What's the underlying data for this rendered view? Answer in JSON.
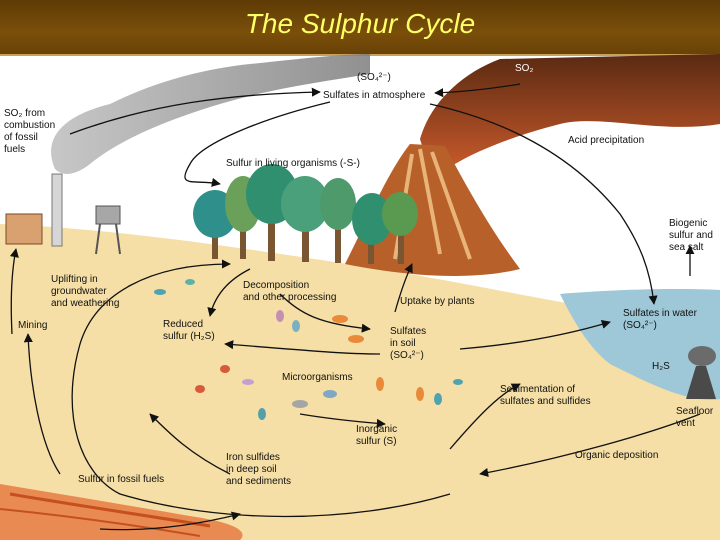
{
  "title": "The Sulphur Cycle",
  "labels": {
    "so4_atm": "(SO₄²⁻)",
    "sulfates_atm": "Sulfates in atmosphere",
    "so2_volcano": "SO₂",
    "so2_from": [
      "SO₂ from",
      "combustion",
      "of fossil",
      "fuels"
    ],
    "acid_precip": "Acid precipitation",
    "living": "Sulfur in living organisms (-S-)",
    "biogenic": [
      "Biogenic",
      "sulfur and",
      "sea salt"
    ],
    "uplifting": [
      "Uplifting in",
      "groundwater",
      "and weathering"
    ],
    "decomposition": [
      "Decomposition",
      "and other processing"
    ],
    "uptake": "Uptake by plants",
    "mining": "Mining",
    "reduced": [
      "Reduced",
      "sulfur (H₂S)"
    ],
    "sulfates_soil": [
      "Sulfates",
      "in soil",
      "(SO₄²⁻)"
    ],
    "sulfates_water": [
      "Sulfates in water",
      "(SO₄²⁻)"
    ],
    "h2s": "H₂S",
    "microorganisms": "Microorganisms",
    "sedimentation": [
      "Sedimentation of",
      "sulfates and sulfides"
    ],
    "seafloor": [
      "Seafloor",
      "vent"
    ],
    "inorganic": [
      "Inorganic",
      "sulfur (S)"
    ],
    "iron": [
      "Iron sulfides",
      "in deep soil",
      "and sediments"
    ],
    "organic_dep": "Organic deposition",
    "fossil": "Sulfur in fossil fuels"
  },
  "colors": {
    "title_text": "#ffff66",
    "title_bg": "#6a4207",
    "soil": "#f5dfa6",
    "sea": "#9ec7d8",
    "sky": "#ffffff",
    "smoke": "#8c8c8c",
    "volcano": "#b8602a",
    "trees": "#3f8f6e"
  }
}
